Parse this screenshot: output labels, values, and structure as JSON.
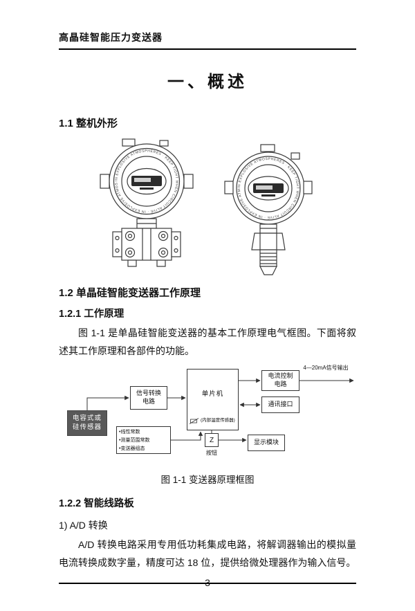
{
  "header": {
    "title": "高晶硅智能压力变送器"
  },
  "doc": {
    "title": "一、概述",
    "s1_1": "1.1 整机外形",
    "s1_2": "1.2 单晶硅智能变送器工作原理",
    "s1_2_1": "1.2.1 工作原理",
    "p1": "图 1-1 是单晶硅智能变送器的基本工作原理电气框图。下面将叙述其工作原理和各部件的功能。",
    "s1_2_2": "1.2.2 智能线路板",
    "item1": "1) A/D 转换",
    "p2": "A/D 转换电路采用专用低功耗集成电路，将解调器输出的模拟量电流转换成数字量，精度可达 18 位，提供给微处理器作为输入信号。",
    "page_number": "- 3 -"
  },
  "drawings": {
    "ring_text": "IN EXPLOSIVE ATMOSPHERES · KEEP TIGHT WHEN CIRCUIT ALIVE · IN EXPLOSIVE ATMOSPHERES ·"
  },
  "figure": {
    "caption": "图 1-1  变送器原理框图",
    "blocks": {
      "sensor": "电容式或\n硅传感器",
      "signal_conv": "信号转换\n电路",
      "mcu": "单片机",
      "internal_sensor": "(内部温度传感器)",
      "current_ctrl": "电流控制\n电路",
      "output": "4—20mA信号输出",
      "comm": "通讯接口",
      "constants": "•线性常数\n•测量范围常数\n•变送器组态",
      "z": "Z",
      "button": "按钮",
      "display": "显示模块"
    }
  }
}
